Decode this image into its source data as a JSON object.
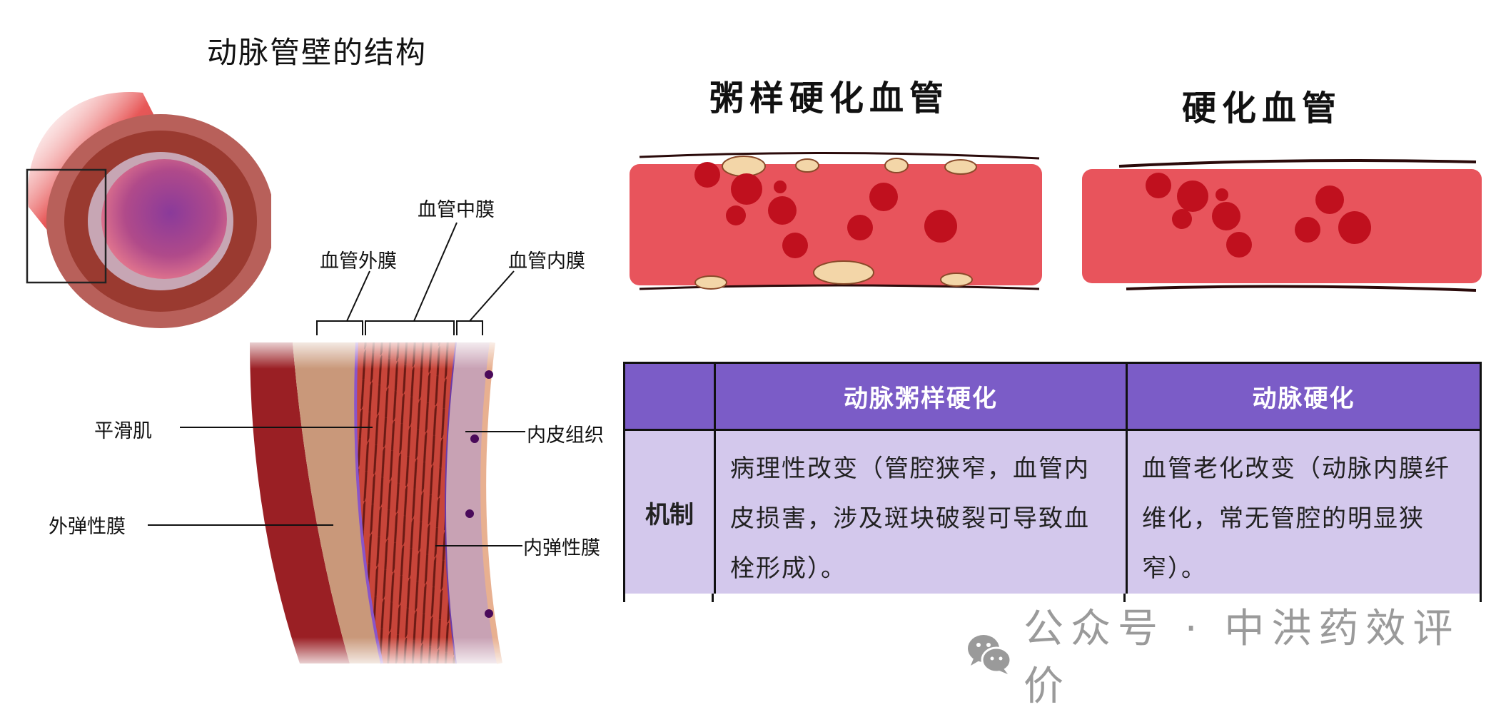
{
  "anatomy": {
    "title": "动脉管壁的结构",
    "layer_labels": {
      "adventitia": "血管外膜",
      "media": "血管中膜",
      "intima": "血管内膜"
    },
    "detail_labels": {
      "smooth_muscle": "平滑肌",
      "external_elastic": "外弹性膜",
      "endothelium": "内皮组织",
      "internal_elastic": "内弹性膜"
    }
  },
  "panels": {
    "atherosclerotic": {
      "title": "粥样硬化血管"
    },
    "sclerotic": {
      "title": "硬化血管"
    }
  },
  "table": {
    "headers": [
      "",
      "动脉粥样硬化",
      "动脉硬化"
    ],
    "rows": [
      {
        "label": "机制",
        "atherosclerosis": "病理性改变（管腔狭窄，血管内皮损害，涉及斑块破裂可导致血栓形成）。",
        "arteriosclerosis": "血管老化改变（动脉内膜纤维化，常无管腔的明显狭窄）。"
      }
    ]
  },
  "watermark": {
    "icon": "wechat-icon",
    "text": "公众号 · 中洪药效评价"
  },
  "colors": {
    "header_purple": "#7B5CC7",
    "body_lavender": "#D3C8EC",
    "vessel_red": "#E8545C",
    "blood_cell": "#C0101E"
  }
}
